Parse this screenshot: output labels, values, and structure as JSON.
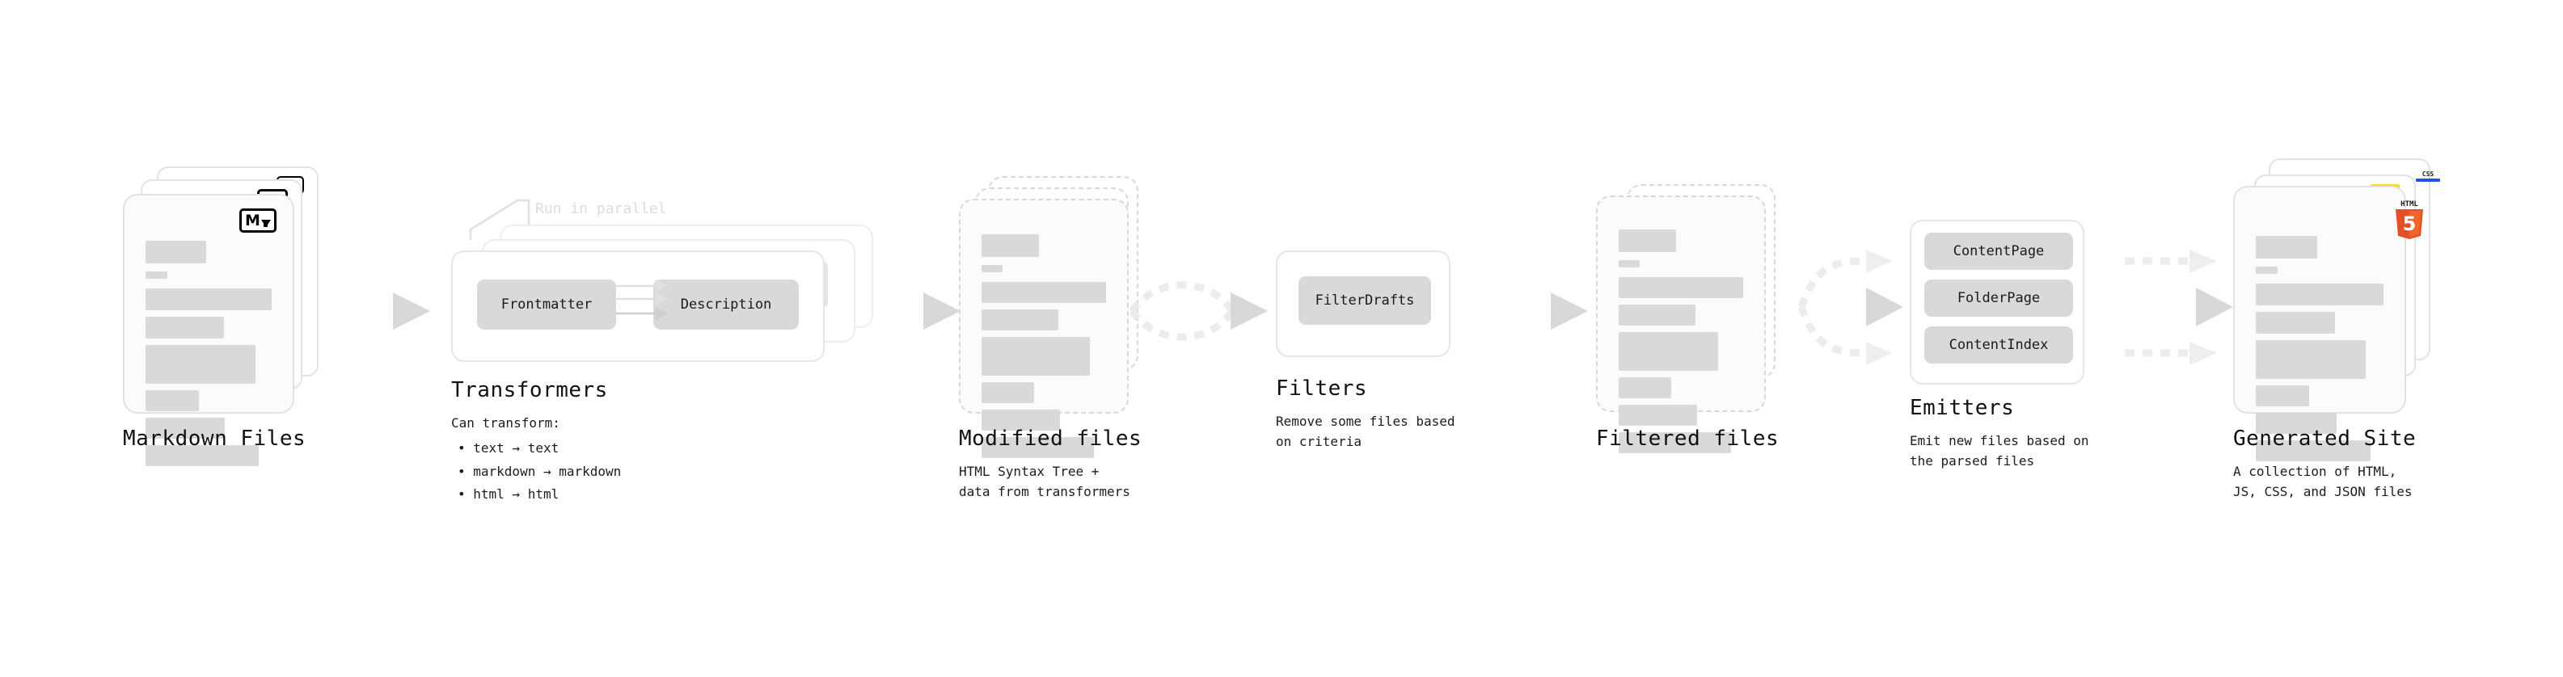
{
  "stages": [
    {
      "id": "markdown-files",
      "title": "Markdown Files",
      "caption": "",
      "badge": "markdown-icon"
    },
    {
      "id": "transformers",
      "title": "Transformers",
      "caption": "Can transform:\n • text → text\n • markdown → markdown\n • html → html",
      "annotation": "Run in parallel",
      "pills": [
        "Frontmatter",
        "Description"
      ]
    },
    {
      "id": "modified-files",
      "title": "Modified files",
      "caption": "HTML Syntax Tree +\ndata from transformers"
    },
    {
      "id": "filters",
      "title": "Filters",
      "caption": "Remove some files based\non criteria",
      "pills": [
        "FilterDrafts"
      ]
    },
    {
      "id": "filtered-files",
      "title": "Filtered files",
      "caption": ""
    },
    {
      "id": "emitters",
      "title": "Emitters",
      "caption": "Emit new files based on\nthe parsed files",
      "pills": [
        "ContentPage",
        "FolderPage",
        "ContentIndex"
      ]
    },
    {
      "id": "generated-site",
      "title": "Generated Site",
      "caption": "A collection of HTML,\nJS, CSS, and JSON files",
      "badges": [
        "html5-icon",
        "js-icon",
        "css3-icon"
      ]
    }
  ],
  "transformers": {
    "title": "Transformers",
    "annotation": "Run in parallel",
    "pill_from": "Frontmatter",
    "pill_to": "Description",
    "caption_intro": "Can transform:",
    "caption_items": [
      "• text → text",
      "• markdown → markdown",
      "• html → html"
    ]
  },
  "filters": {
    "title": "Filters",
    "pill": "FilterDrafts",
    "caption": "Remove some files based\non criteria"
  },
  "emitters": {
    "title": "Emitters",
    "pills": [
      "ContentPage",
      "FolderPage",
      "ContentIndex"
    ],
    "caption": "Emit new files based on\nthe parsed files"
  },
  "markdown_files": {
    "title": "Markdown Files"
  },
  "modified_files": {
    "title": "Modified files",
    "caption": "HTML Syntax Tree +\ndata from transformers"
  },
  "filtered_files": {
    "title": "Filtered files"
  },
  "generated_site": {
    "title": "Generated Site",
    "caption": "A collection of HTML,\nJS, CSS, and JSON files",
    "html5_label": "HTML",
    "html5_digit": "5",
    "css_label": "CSS"
  },
  "colors": {
    "html5": "#E34F26",
    "js": "#F7DF1E",
    "css3": "#264DE4",
    "bar": "#D9D9D9",
    "card_border": "#E2E2E2",
    "dashed_border": "#D8D8D8",
    "arrow": "#D8D8D8",
    "text": "#111111",
    "muted": "#DCDCDC"
  }
}
